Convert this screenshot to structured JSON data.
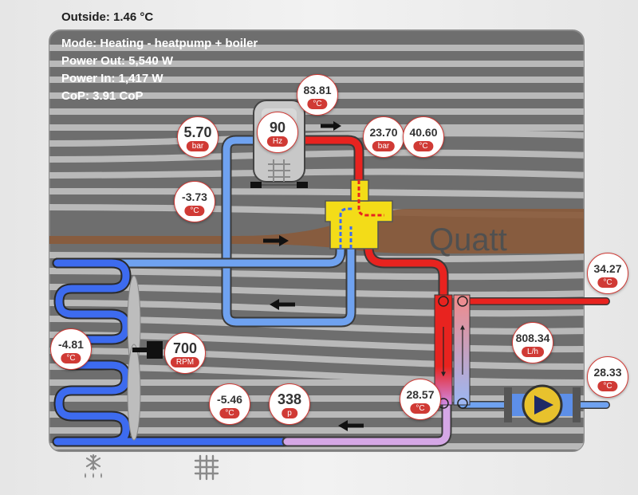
{
  "outside": "Outside: 1.46 °C",
  "info": {
    "mode": "Mode: Heating - heatpump + boiler",
    "power_out": "Power Out: 5,540 W",
    "power_in": "Power In: 1,417 W",
    "cop": "CoP: 3.91 CoP"
  },
  "brand": "Quatt",
  "colors": {
    "hot": "#e8231f",
    "cold": "#6fa2f0",
    "deep_cold": "#1f4fd8",
    "return": "#d5a7e6",
    "valve": "#f3dc18",
    "badge": "#d03a35"
  },
  "sensors": {
    "suction_pressure": {
      "value": "5.70",
      "unit": "bar"
    },
    "compressor": {
      "value": "90",
      "unit": "Hz"
    },
    "discharge_temp": {
      "value": "83.81",
      "unit": "°C"
    },
    "discharge_pressure": {
      "value": "23.70",
      "unit": "bar"
    },
    "condenser_temp": {
      "value": "40.60",
      "unit": "°C"
    },
    "suction_temp": {
      "value": "-3.73",
      "unit": "°C"
    },
    "supply_temp": {
      "value": "34.27",
      "unit": "°C"
    },
    "flow": {
      "value": "808.34",
      "unit": "L/h"
    },
    "return_temp": {
      "value": "28.33",
      "unit": "°C"
    },
    "coil_temp": {
      "value": "-4.81",
      "unit": "°C"
    },
    "fan": {
      "value": "700",
      "unit": "RPM"
    },
    "evap_temp": {
      "value": "-5.46",
      "unit": "°C"
    },
    "expansion": {
      "value": "338",
      "unit": "p"
    },
    "hx_temp": {
      "value": "28.57",
      "unit": "°C"
    }
  },
  "icons": [
    "defrost-icon",
    "heat-exchanger-icon"
  ]
}
